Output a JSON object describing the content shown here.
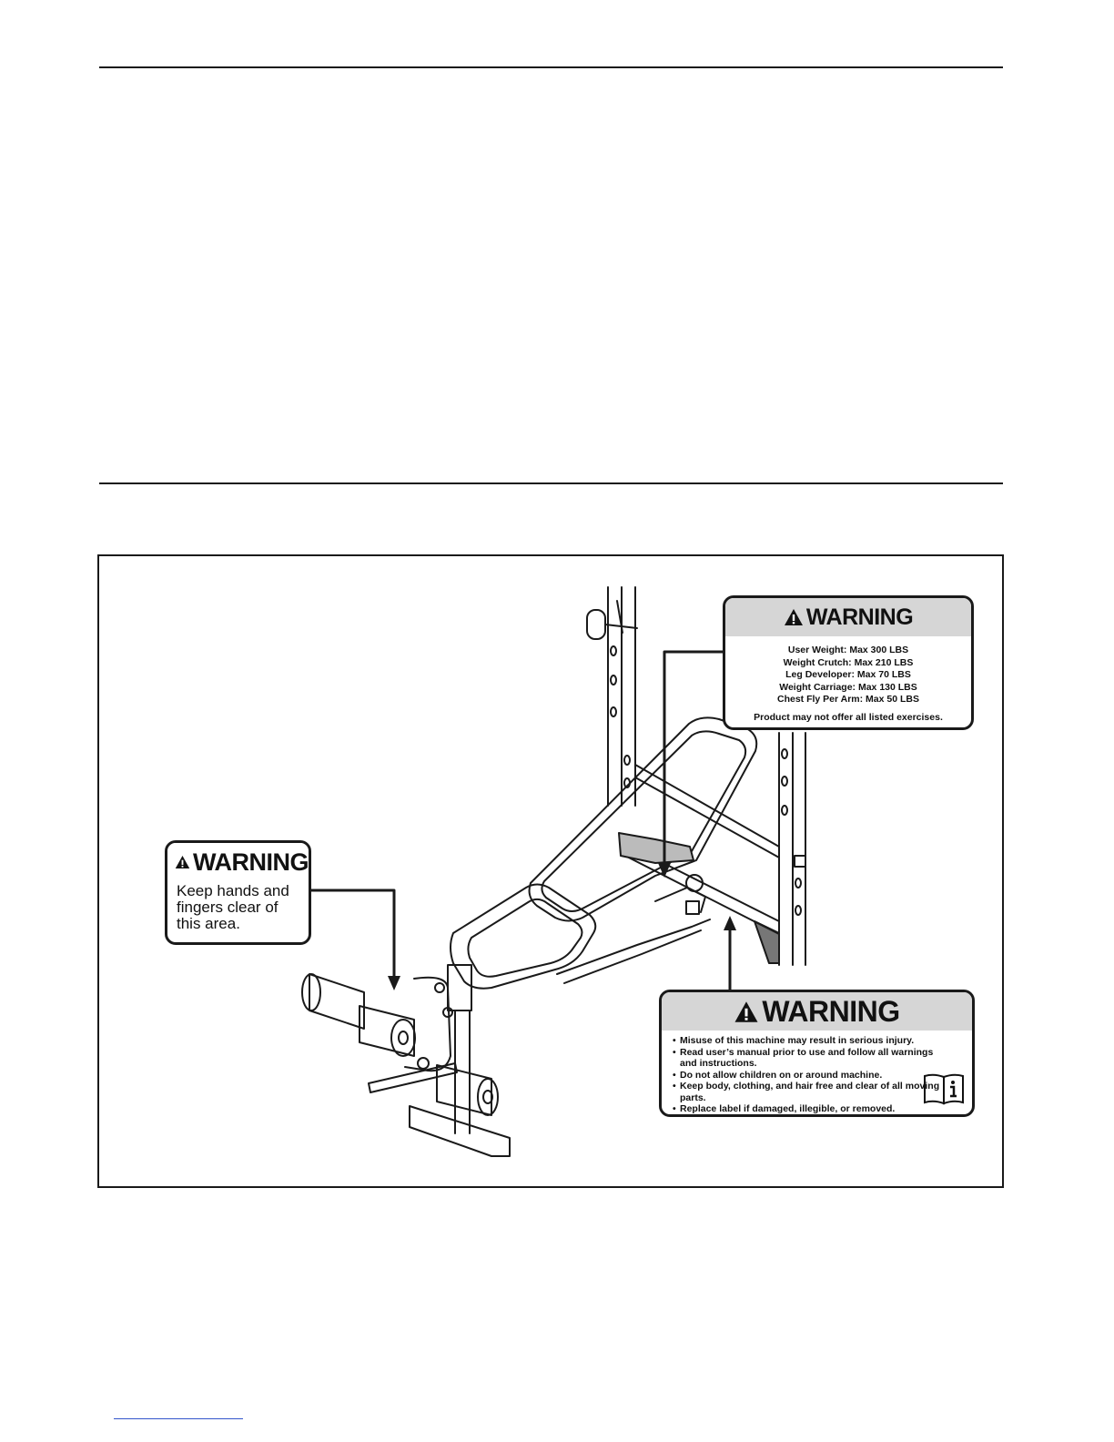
{
  "labels": {
    "weights": {
      "heading": "WARNING",
      "lines": [
        "User Weight: Max 300 LBS",
        "Weight Crutch: Max 210 LBS",
        "Leg Developer: Max 70 LBS",
        "Weight Carriage: Max 130 LBS",
        "Chest Fly Per Arm: Max 50 LBS"
      ],
      "note": "Product may not offer all listed exercises."
    },
    "hands": {
      "heading": "WARNING",
      "lines": [
        "Keep hands and",
        "fingers clear of",
        "this area."
      ]
    },
    "general": {
      "heading": "WARNING",
      "items": [
        "Misuse of this machine may result in serious injury.",
        "Read user’s manual prior to use and follow all warnings and instructions.",
        "Do not allow children on or around machine.",
        "Keep body, clothing, and hair free and clear of all moving parts.",
        "Replace label if damaged, illegible, or removed."
      ]
    }
  },
  "icons": {
    "warning": "warning-triangle-icon",
    "manual": "manual-info-icon"
  },
  "colors": {
    "label_header": "#d6d6d6",
    "line": "#1a1a1a"
  }
}
